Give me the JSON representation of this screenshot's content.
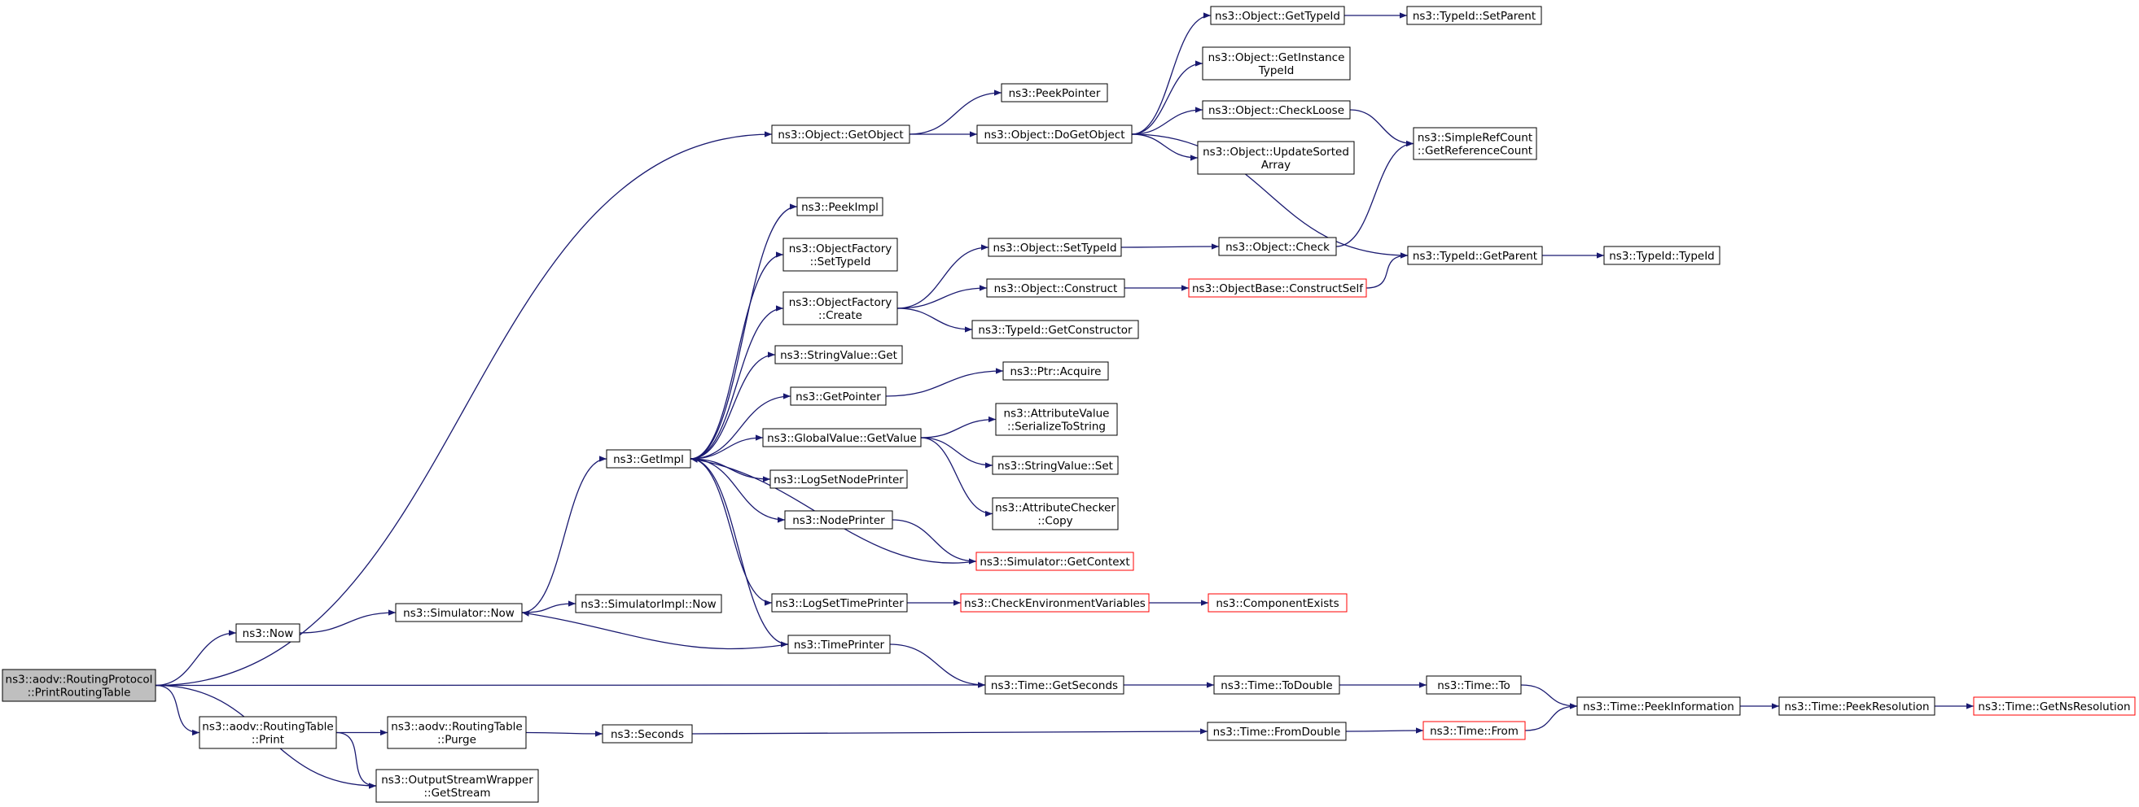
{
  "colors": {
    "edge": "#191970",
    "node_border": "#000000",
    "node_fill": "#ffffff",
    "root_fill": "#bfbfbf",
    "truncated_border": "#ff0000"
  },
  "nodes": [
    {
      "id": "root",
      "lines": [
        "ns3::aodv::RoutingProtocol",
        "::PrintRoutingTable"
      ],
      "style": "root"
    },
    {
      "id": "now",
      "lines": [
        "ns3::Now"
      ]
    },
    {
      "id": "rtprint",
      "lines": [
        "ns3::aodv::RoutingTable",
        "::Print"
      ]
    },
    {
      "id": "getstream",
      "lines": [
        "ns3::OutputStreamWrapper",
        "::GetStream"
      ]
    },
    {
      "id": "rtpurge",
      "lines": [
        "ns3::aodv::RoutingTable",
        "::Purge"
      ]
    },
    {
      "id": "simnow",
      "lines": [
        "ns3::Simulator::Now"
      ]
    },
    {
      "id": "simimplnow",
      "lines": [
        "ns3::SimulatorImpl::Now"
      ]
    },
    {
      "id": "getimpl",
      "lines": [
        "ns3::GetImpl"
      ]
    },
    {
      "id": "getobject",
      "lines": [
        "ns3::Object::GetObject"
      ]
    },
    {
      "id": "peekimpl",
      "lines": [
        "ns3::PeekImpl"
      ]
    },
    {
      "id": "ofsettypeid",
      "lines": [
        "ns3::ObjectFactory",
        "::SetTypeId"
      ]
    },
    {
      "id": "ofcreate",
      "lines": [
        "ns3::ObjectFactory",
        "::Create"
      ]
    },
    {
      "id": "svget",
      "lines": [
        "ns3::StringValue::Get"
      ]
    },
    {
      "id": "getpointer",
      "lines": [
        "ns3::GetPointer"
      ]
    },
    {
      "id": "gvgetvalue",
      "lines": [
        "ns3::GlobalValue::GetValue"
      ]
    },
    {
      "id": "logsetnodeprinter",
      "lines": [
        "ns3::LogSetNodePrinter"
      ]
    },
    {
      "id": "nodeprinter",
      "lines": [
        "ns3::NodePrinter"
      ]
    },
    {
      "id": "logsettimeprinter",
      "lines": [
        "ns3::LogSetTimePrinter"
      ]
    },
    {
      "id": "timeprinter",
      "lines": [
        "ns3::TimePrinter"
      ]
    },
    {
      "id": "timegetseconds",
      "lines": [
        "ns3::Time::GetSeconds"
      ]
    },
    {
      "id": "seconds",
      "lines": [
        "ns3::Seconds"
      ]
    },
    {
      "id": "peekpointer",
      "lines": [
        "ns3::PeekPointer"
      ]
    },
    {
      "id": "dogetobject",
      "lines": [
        "ns3::Object::DoGetObject"
      ]
    },
    {
      "id": "objsettypeid",
      "lines": [
        "ns3::Object::SetTypeId"
      ]
    },
    {
      "id": "objconstruct",
      "lines": [
        "ns3::Object::Construct"
      ]
    },
    {
      "id": "tidgetconstructor",
      "lines": [
        "ns3::TypeId::GetConstructor"
      ]
    },
    {
      "id": "ptracquire",
      "lines": [
        "ns3::Ptr::Acquire"
      ]
    },
    {
      "id": "avserialize",
      "lines": [
        "ns3::AttributeValue",
        "::SerializeToString"
      ]
    },
    {
      "id": "svset",
      "lines": [
        "ns3::StringValue::Set"
      ]
    },
    {
      "id": "accopy",
      "lines": [
        "ns3::AttributeChecker",
        "::Copy"
      ]
    },
    {
      "id": "simgetcontext",
      "lines": [
        "ns3::Simulator::GetContext"
      ],
      "style": "truncated"
    },
    {
      "id": "checkenv",
      "lines": [
        "ns3::CheckEnvironmentVariables"
      ],
      "style": "truncated"
    },
    {
      "id": "objgettypeid",
      "lines": [
        "ns3::Object::GetTypeId"
      ]
    },
    {
      "id": "objgetinstancetypeid",
      "lines": [
        "ns3::Object::GetInstance",
        "TypeId"
      ]
    },
    {
      "id": "objcheckloose",
      "lines": [
        "ns3::Object::CheckLoose"
      ]
    },
    {
      "id": "objupdatesorted",
      "lines": [
        "ns3::Object::UpdateSorted",
        "Array"
      ]
    },
    {
      "id": "objcheck",
      "lines": [
        "ns3::Object::Check"
      ]
    },
    {
      "id": "obconstructself",
      "lines": [
        "ns3::ObjectBase::ConstructSelf"
      ],
      "style": "truncated"
    },
    {
      "id": "componentexists",
      "lines": [
        "ns3::ComponentExists"
      ],
      "style": "truncated"
    },
    {
      "id": "timetodouble",
      "lines": [
        "ns3::Time::ToDouble"
      ]
    },
    {
      "id": "timefromdouble",
      "lines": [
        "ns3::Time::FromDouble"
      ]
    },
    {
      "id": "tidsetparent",
      "lines": [
        "ns3::TypeId::SetParent"
      ]
    },
    {
      "id": "srcgetrefcount",
      "lines": [
        "ns3::SimpleRefCount",
        "::GetReferenceCount"
      ]
    },
    {
      "id": "tidgetparent",
      "lines": [
        "ns3::TypeId::GetParent"
      ]
    },
    {
      "id": "timeto",
      "lines": [
        "ns3::Time::To"
      ]
    },
    {
      "id": "timefrom",
      "lines": [
        "ns3::Time::From"
      ],
      "style": "truncated"
    },
    {
      "id": "tidtypeid",
      "lines": [
        "ns3::TypeId::TypeId"
      ]
    },
    {
      "id": "timepeekinfo",
      "lines": [
        "ns3::Time::PeekInformation"
      ]
    },
    {
      "id": "timepeekres",
      "lines": [
        "ns3::Time::PeekResolution"
      ]
    },
    {
      "id": "timegetnsres",
      "lines": [
        "ns3::Time::GetNsResolution"
      ],
      "style": "truncated"
    }
  ],
  "edges": [
    [
      "root",
      "getobject"
    ],
    [
      "root",
      "now"
    ],
    [
      "root",
      "timegetseconds"
    ],
    [
      "root",
      "rtprint"
    ],
    [
      "root",
      "getstream"
    ],
    [
      "now",
      "simnow"
    ],
    [
      "rtprint",
      "rtpurge"
    ],
    [
      "rtprint",
      "getstream"
    ],
    [
      "rtpurge",
      "seconds"
    ],
    [
      "seconds",
      "timefromdouble"
    ],
    [
      "simnow",
      "getimpl"
    ],
    [
      "simnow",
      "simimplnow"
    ],
    [
      "getimpl",
      "peekimpl"
    ],
    [
      "getimpl",
      "ofsettypeid"
    ],
    [
      "getimpl",
      "ofcreate"
    ],
    [
      "getimpl",
      "svget"
    ],
    [
      "getimpl",
      "getpointer"
    ],
    [
      "getimpl",
      "gvgetvalue"
    ],
    [
      "getimpl",
      "logsetnodeprinter"
    ],
    [
      "getimpl",
      "nodeprinter"
    ],
    [
      "getimpl",
      "logsettimeprinter"
    ],
    [
      "getimpl",
      "timeprinter"
    ],
    [
      "getobject",
      "peekpointer"
    ],
    [
      "getobject",
      "dogetobject"
    ],
    [
      "ofcreate",
      "objsettypeid"
    ],
    [
      "ofcreate",
      "objconstruct"
    ],
    [
      "ofcreate",
      "tidgetconstructor"
    ],
    [
      "getpointer",
      "ptracquire"
    ],
    [
      "gvgetvalue",
      "avserialize"
    ],
    [
      "gvgetvalue",
      "svset"
    ],
    [
      "gvgetvalue",
      "accopy"
    ],
    [
      "nodeprinter",
      "simgetcontext"
    ],
    [
      "simgetcontext",
      "getimpl"
    ],
    [
      "logsettimeprinter",
      "checkenv"
    ],
    [
      "checkenv",
      "componentexists"
    ],
    [
      "timeprinter",
      "simnow"
    ],
    [
      "timeprinter",
      "timegetseconds"
    ],
    [
      "timegetseconds",
      "timetodouble"
    ],
    [
      "timetodouble",
      "timeto"
    ],
    [
      "timeto",
      "timepeekinfo"
    ],
    [
      "timefromdouble",
      "timefrom"
    ],
    [
      "timefrom",
      "timepeekinfo"
    ],
    [
      "timepeekinfo",
      "timepeekres"
    ],
    [
      "timepeekres",
      "timegetnsres"
    ],
    [
      "dogetobject",
      "objgettypeid"
    ],
    [
      "dogetobject",
      "objgetinstancetypeid"
    ],
    [
      "dogetobject",
      "objcheckloose"
    ],
    [
      "dogetobject",
      "objupdatesorted"
    ],
    [
      "dogetobject",
      "tidgetparent"
    ],
    [
      "objgettypeid",
      "tidsetparent"
    ],
    [
      "objcheckloose",
      "srcgetrefcount"
    ],
    [
      "objcheck",
      "srcgetrefcount"
    ],
    [
      "objsettypeid",
      "objcheck"
    ],
    [
      "objconstruct",
      "obconstructself"
    ],
    [
      "obconstructself",
      "tidgetparent"
    ],
    [
      "tidgetparent",
      "tidtypeid"
    ]
  ]
}
